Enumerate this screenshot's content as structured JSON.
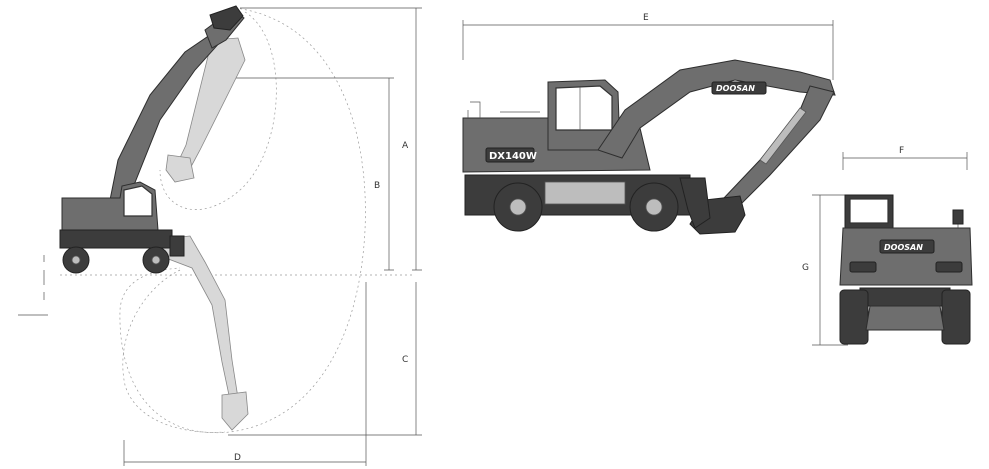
{
  "dimension_labels": {
    "A": "A",
    "B": "B",
    "C": "C",
    "D": "D",
    "E": "E",
    "F": "F",
    "G": "G"
  },
  "machine": {
    "brand_side": "DOOSAN",
    "brand_rear": "DOOSAN",
    "model_badge": "DX140W",
    "arm_stripe_text": "DOOSAN"
  },
  "colors": {
    "body": "#6e6e6e",
    "dark": "#3c3c3c",
    "light": "#bdbdbd",
    "line": "#555555"
  }
}
